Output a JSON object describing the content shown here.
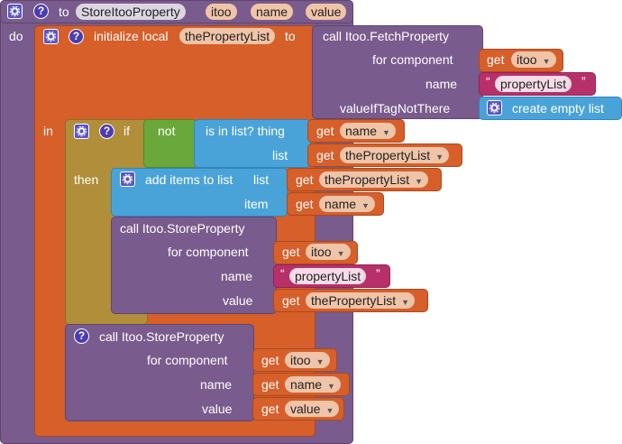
{
  "procedure": {
    "to_label": "to",
    "name": "StoreItooProperty",
    "params": [
      "itoo",
      "name",
      "value"
    ],
    "do_label": "do"
  },
  "init": {
    "label": "initialize local",
    "var": "thePropertyList",
    "to_label": "to",
    "in_label": "in"
  },
  "fetch": {
    "call": "call Itoo.FetchProperty",
    "for_component": "for component",
    "name_label": "name",
    "value_if": "valueIfTagNotThere",
    "get_label": "get",
    "component": "itoo",
    "tag": "propertyList",
    "empty_list": "create empty list"
  },
  "if_block": {
    "if_label": "if",
    "then_label": "then",
    "not_label": "not",
    "in_list": "is in list? thing",
    "list_label": "list",
    "thing_var": "name",
    "list_var": "thePropertyList"
  },
  "add_items": {
    "label": "add items to list",
    "list_label": "list",
    "item_label": "item",
    "list_var": "thePropertyList",
    "item_var": "name"
  },
  "store1": {
    "call": "call Itoo.StoreProperty",
    "for_component": "for component",
    "name_label": "name",
    "value_label": "value",
    "component": "itoo",
    "tag": "propertyList",
    "value_var": "thePropertyList"
  },
  "store2": {
    "call": "call Itoo.StoreProperty",
    "for_component": "for component",
    "name_label": "name",
    "value_label": "value",
    "component": "itoo",
    "name_var": "name",
    "value_var": "value"
  },
  "get": "get",
  "quote_open": "“",
  "quote_close": "”",
  "icons": {
    "gear": "gear-icon",
    "help": "help-icon",
    "dropdown": "dropdown-arrow-icon"
  }
}
